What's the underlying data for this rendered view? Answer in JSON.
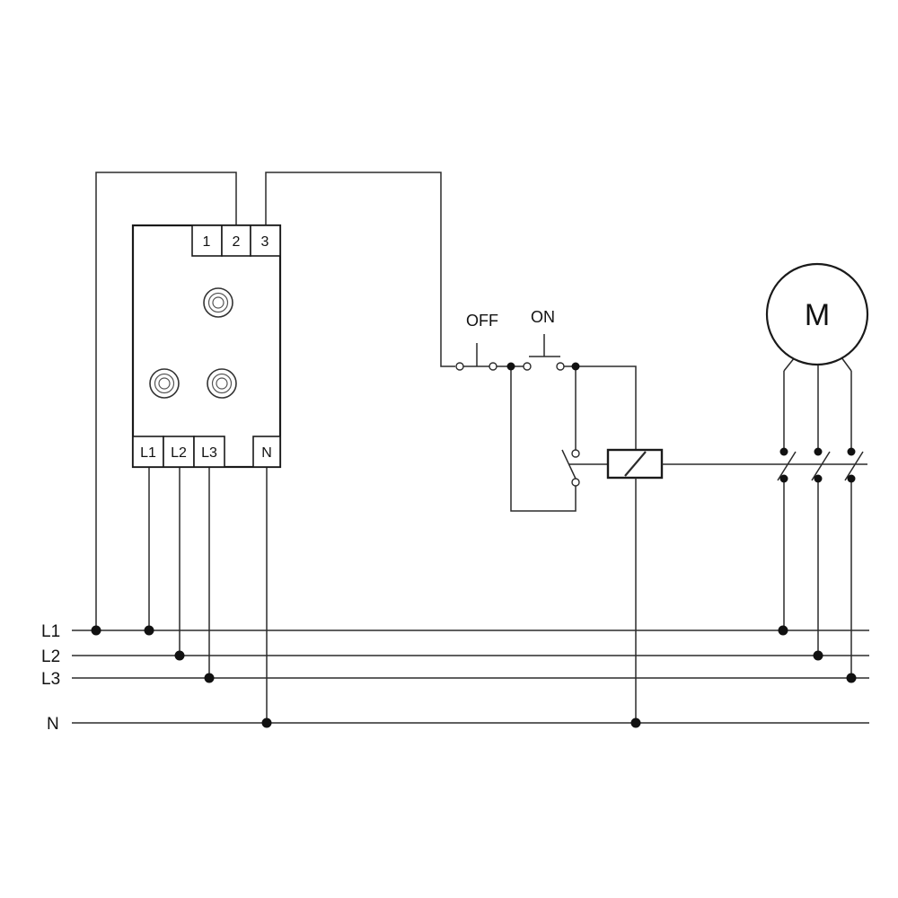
{
  "bus_lines": [
    {
      "id": "L1",
      "label": "L1"
    },
    {
      "id": "L2",
      "label": "L2"
    },
    {
      "id": "L3",
      "label": "L3"
    },
    {
      "id": "N",
      "label": "N"
    }
  ],
  "relay": {
    "top_terminals": [
      "1",
      "2",
      "3"
    ],
    "bottom_terminals": [
      "L1",
      "L2",
      "L3",
      "N"
    ],
    "knob_count": 3
  },
  "control": {
    "off_label": "OFF",
    "on_label": "ON"
  },
  "motor": {
    "label": "M"
  }
}
